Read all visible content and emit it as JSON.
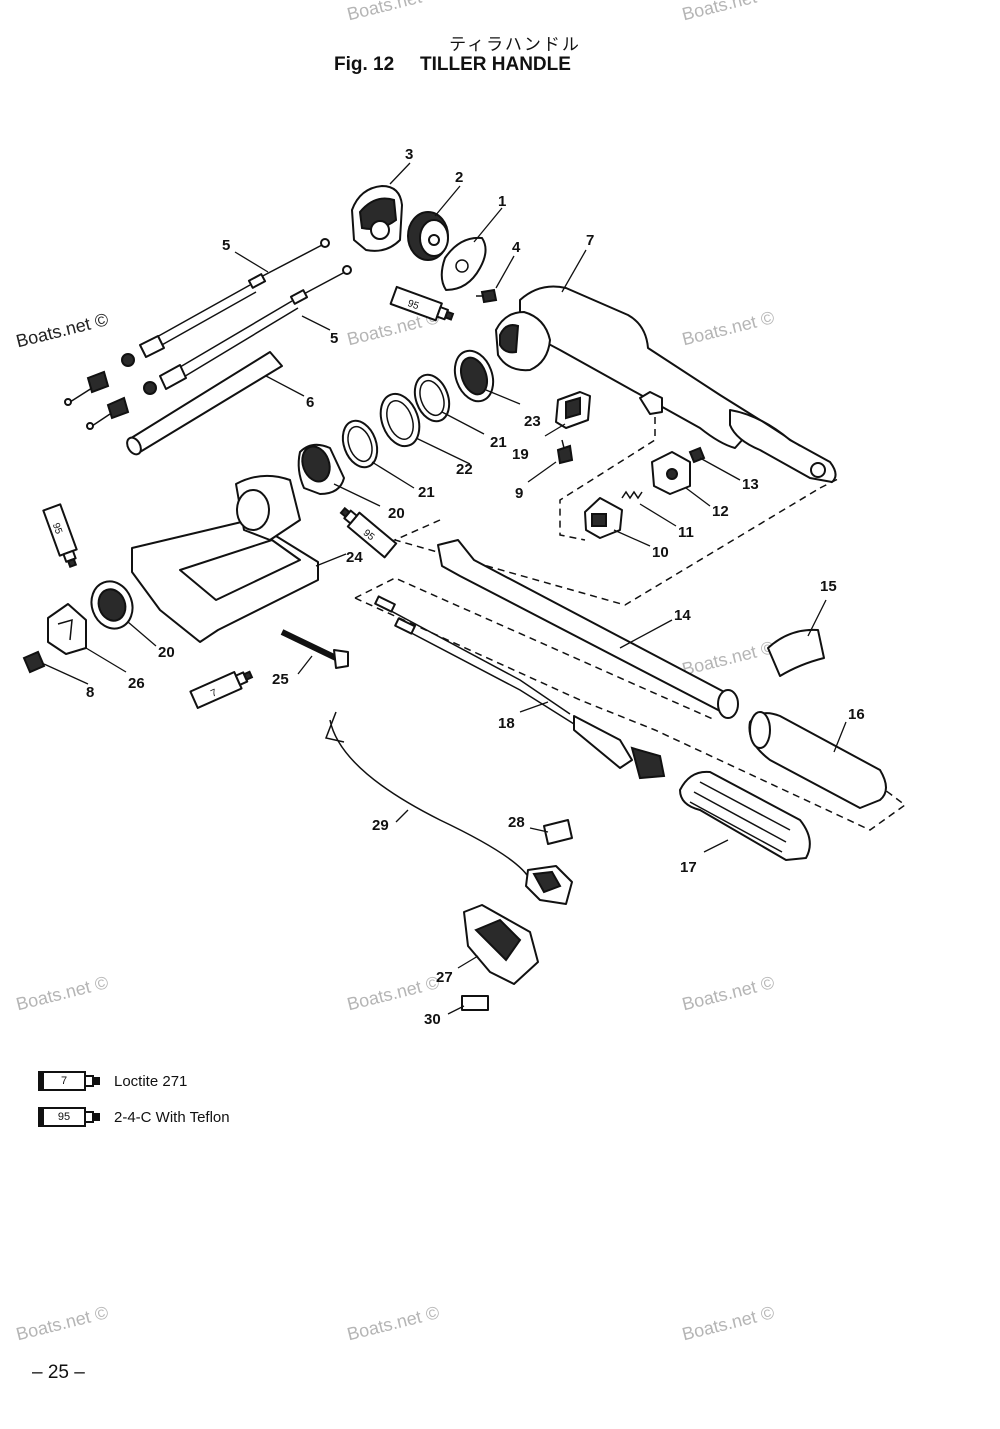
{
  "header": {
    "title_jp": "ティラハンドル",
    "fig_label": "Fig. 12",
    "title": "TILLER HANDLE"
  },
  "watermarks": [
    "Boats.net ©",
    "Boats.net ©",
    "Boats.net ©",
    "Boats.net ©",
    "Boats.net ©",
    "Boats.net ©",
    "Boats.net ©",
    "Boats.net ©",
    "Boats.net ©",
    "Boats.net ©",
    "Boats.net ©",
    "Boats.net ©"
  ],
  "diagram": {
    "callouts": [
      "1",
      "2",
      "3",
      "4",
      "5",
      "5",
      "6",
      "7",
      "8",
      "9",
      "10",
      "11",
      "12",
      "13",
      "14",
      "15",
      "16",
      "17",
      "18",
      "19",
      "20",
      "20",
      "21",
      "21",
      "22",
      "23",
      "24",
      "25",
      "26",
      "27",
      "28",
      "29",
      "30"
    ],
    "tube_codes": [
      "95",
      "95",
      "95",
      "7"
    ]
  },
  "legend": {
    "items": [
      {
        "code": "7",
        "label": "Loctite 271"
      },
      {
        "code": "95",
        "label": "2-4-C  With Teflon"
      }
    ]
  },
  "footer": {
    "page_number": "– 25 –"
  }
}
